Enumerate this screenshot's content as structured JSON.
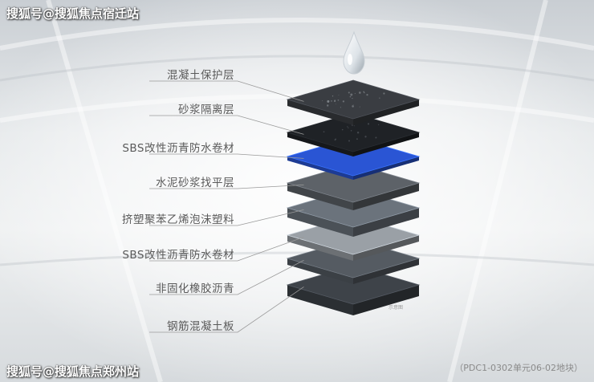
{
  "watermarks": {
    "top": "搜狐号@搜狐焦点宿迁站",
    "bottom": "搜狐号@搜狐焦点郑州站"
  },
  "layers": [
    {
      "label": "混凝土保护层",
      "color": "#3a3d42"
    },
    {
      "label": "砂浆隔离层",
      "color": "#1f2226"
    },
    {
      "label": "SBS改性沥青防水卷材",
      "color": "#2a55d4"
    },
    {
      "label": "水泥砂浆找平层",
      "color": "#5d6268"
    },
    {
      "label": "挤塑聚苯乙烯泡沫塑料",
      "color": "#6b737c"
    },
    {
      "label": "SBS改性沥青防水卷材",
      "color": "#9aa0a6"
    },
    {
      "label": "非固化橡胶沥青",
      "color": "#555b62"
    },
    {
      "label": "钢筋混凝土板",
      "color": "#3e4349"
    }
  ],
  "note": "示意图",
  "caption": "（PDC1-0302单元06-02地块）"
}
